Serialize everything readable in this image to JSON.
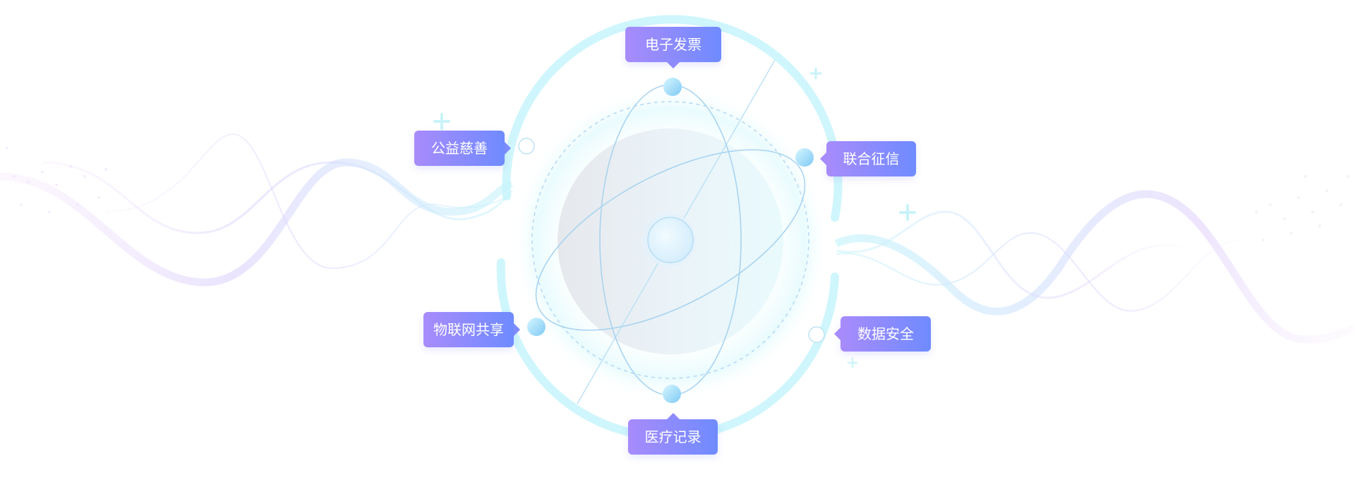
{
  "diagram": {
    "center": "",
    "labels": {
      "top": "电子发票",
      "left_top": "公益慈善",
      "right_top": "联合征信",
      "left_bottom": "物联网共享",
      "right_bottom": "数据安全",
      "bottom": "医疗记录"
    }
  },
  "colors": {
    "tag_start": "#a88bfb",
    "tag_end": "#6f8bff",
    "ring_cyan": "#c7f5fb",
    "orbit_blue": "#a9d4f0",
    "wave_pink": "#f3d4fa",
    "wave_violet": "#c9c4fb",
    "wave_cyan": "#bff0fb"
  }
}
